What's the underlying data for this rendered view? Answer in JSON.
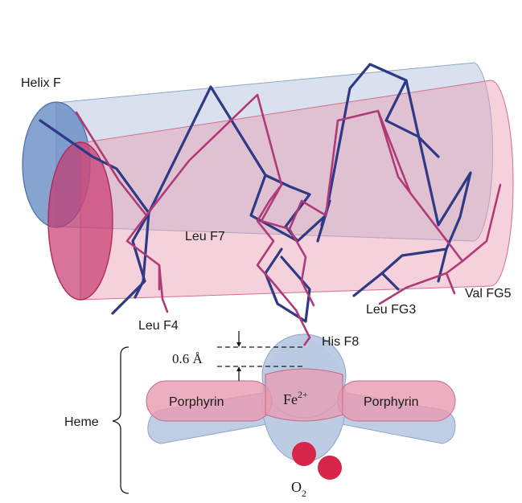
{
  "labels": {
    "helix": "Helix F",
    "leu_f7": "Leu F7",
    "leu_f4": "Leu F4",
    "leu_fg3": "Leu FG3",
    "val_fg5": "Val FG5",
    "his_f8": "His F8",
    "displacement": "0.6 Å",
    "heme": "Heme",
    "porphyrin_left": "Porphyrin",
    "porphyrin_right": "Porphyrin",
    "iron": "Fe",
    "iron_charge": "2+",
    "oxygen": "O",
    "oxygen_subscript": "2"
  },
  "colors": {
    "deoxy_backbone": "#2e3a86",
    "oxy_backbone": "#b03a78",
    "deoxy_fill": "#b9c9e2",
    "oxy_fill": "#e89bb0",
    "oxygen_atom": "#d8264a"
  }
}
